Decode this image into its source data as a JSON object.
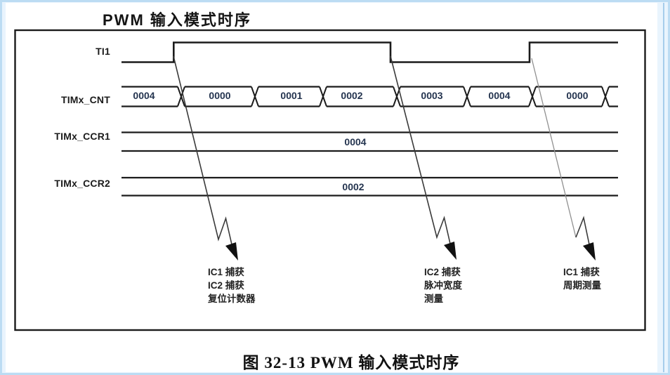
{
  "figure": {
    "title": "PWM 输入模式时序",
    "caption": "图 32-13 PWM 输入模式时序"
  },
  "signals": {
    "ti1": {
      "label": "TI1"
    },
    "cnt": {
      "label": "TIMx_CNT",
      "values": [
        "0004",
        "0000",
        "0001",
        "0002",
        "0003",
        "0004",
        "0000"
      ]
    },
    "ccr1": {
      "label": "TIMx_CCR1",
      "value": "0004"
    },
    "ccr2": {
      "label": "TIMx_CCR2",
      "value": "0002"
    }
  },
  "annotations": {
    "a1": {
      "lines": [
        "IC1 捕获",
        "IC2 捕获",
        "复位计数器"
      ]
    },
    "a2": {
      "lines": [
        "IC2 捕获",
        "脉冲宽度",
        "测量"
      ]
    },
    "a3": {
      "lines": [
        "IC1 捕获",
        "周期测量"
      ]
    }
  },
  "colors": {
    "line": "#1b1b1b",
    "value_text": "#253550",
    "page_background": "#e9f4fd",
    "page_frame": "#bcdcf3",
    "paper": "#ffffff"
  }
}
